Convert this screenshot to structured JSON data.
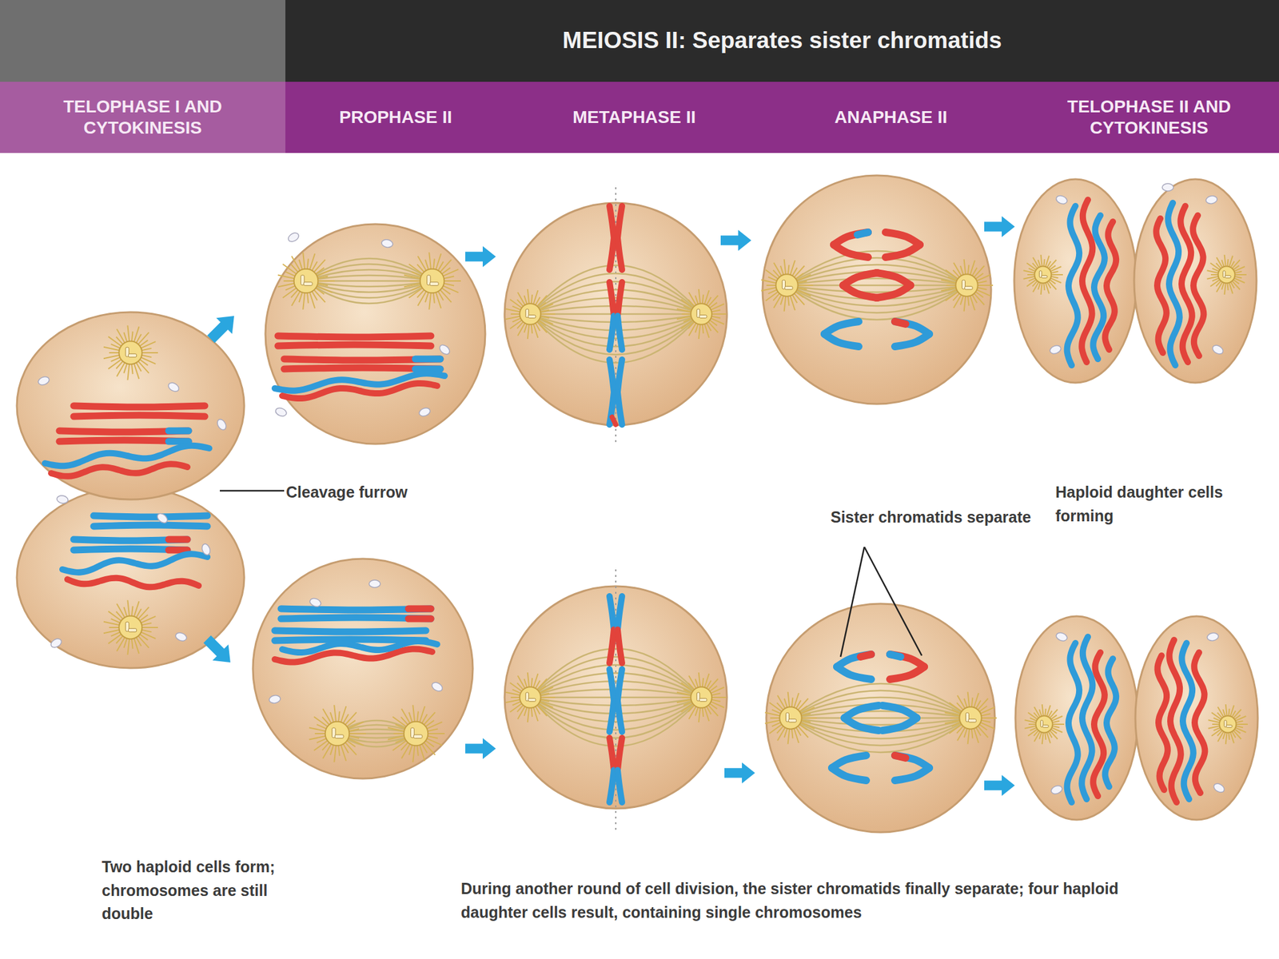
{
  "diagram": {
    "nodes": [
      {
        "text": [
          "MEIOSIS II: Separates sister chromatids"
        ]
      },
      {
        "text": [
          "TELOPHASE I AND CYTOKINESIS"
        ]
      },
      {
        "text": [
          "PROPHASE II"
        ]
      },
      {
        "text": [
          "METAPHASE II"
        ]
      },
      {
        "text": [
          "ANAPHASE II"
        ]
      },
      {
        "text": [
          "TELOPHASE II AND CYTOKINESIS"
        ]
      }
    ],
    "labels": [
      "Cleavage furrow",
      "Sister chromatids separate",
      "Haploid daughter cells forming",
      "Two haploid cells form; chromosomes are still double",
      "During another round of cell division, the sister chromatids finally separate; four haploid daughter cells result, containing single chromosomes"
    ]
  }
}
